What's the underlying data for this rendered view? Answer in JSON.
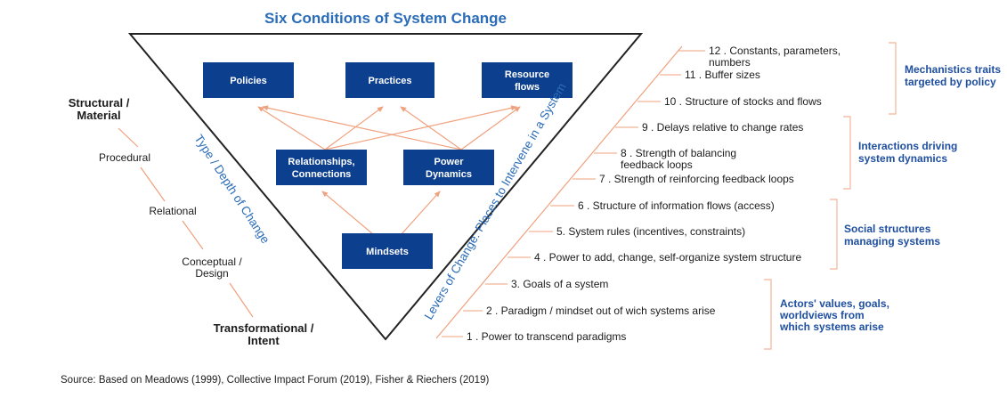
{
  "title": "Six Conditions of System Change",
  "boxes": {
    "policies": "Policies",
    "practices": "Practices",
    "resource_flows": [
      "Resource",
      "flows"
    ],
    "relationships": [
      "Relationships,",
      "Connections"
    ],
    "power": [
      "Power",
      "Dynamics"
    ],
    "mindsets": "Mindsets"
  },
  "left_axis": {
    "top": [
      "Structural /",
      "Material"
    ],
    "procedural": "Procedural",
    "relational": "Relational",
    "conceptual": [
      "Conceptual /",
      "Design"
    ],
    "bottom": [
      "Transformational /",
      "Intent"
    ]
  },
  "type_depth_label": "Type / Depth of Change",
  "levers_label": "Levers of Change: Places to Intervene in a System",
  "levers": [
    [
      "12 . Constants, parameters,",
      "numbers"
    ],
    [
      "11 . Buffer sizes"
    ],
    [
      "10 .  Structure of stocks and flows"
    ],
    [
      "9 . Delays relative to change rates"
    ],
    [
      "8 . Strength of balancing",
      "feedback loops"
    ],
    [
      "7 . Strength of reinforcing feedback loops"
    ],
    [
      "6 . Structure of information flows (access)"
    ],
    [
      "5. System rules (incentives, constraints)"
    ],
    [
      "4 . Power to add, change, self-organize system structure"
    ],
    [
      "3. Goals of a system"
    ],
    [
      "2 . Paradigm / mindset out of wich systems arise"
    ],
    [
      "1 . Power to transcend paradigms"
    ]
  ],
  "groups": [
    [
      "Mechanistics traits",
      "targeted by policy"
    ],
    [
      "Interactions driving",
      "system dynamics"
    ],
    [
      "Social structures",
      "managing systems"
    ],
    [
      "Actors' values, goals,",
      "worldviews from",
      "which systems arise"
    ]
  ],
  "source": "Source: Based on Meadows (1999), Collective Impact Forum (2019), Fisher & Riechers (2019)",
  "colors": {
    "box_fill": "#0d3f8f",
    "title": "#2b6cb8",
    "group_label": "#1f4fa0",
    "arrow": "#f0a17e",
    "bracket": "#f3b39a",
    "triangle_stroke": "#222222"
  }
}
